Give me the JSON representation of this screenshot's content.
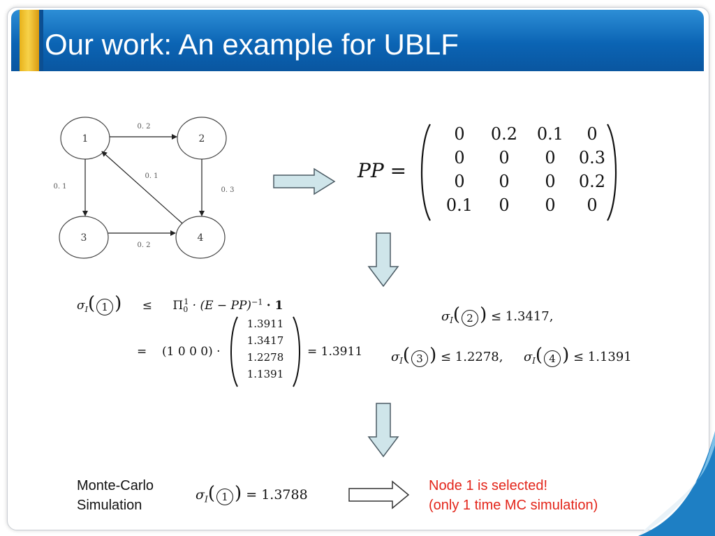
{
  "title": "Our work: An example for UBLF",
  "graph": {
    "nodes": [
      "1",
      "2",
      "3",
      "4"
    ],
    "edges": [
      {
        "from": "1",
        "to": "2",
        "label": "0. 2"
      },
      {
        "from": "1",
        "to": "3",
        "label": "0. 1"
      },
      {
        "from": "2",
        "to": "4",
        "label": "0. 3"
      },
      {
        "from": "4",
        "to": "1",
        "label": "0. 1"
      },
      {
        "from": "3",
        "to": "4",
        "label": "0. 2"
      }
    ]
  },
  "matrix": {
    "lhs": "PP =",
    "rows": [
      [
        "0",
        "0.2",
        "0.1",
        "0"
      ],
      [
        "0",
        "0",
        "0",
        "0.3"
      ],
      [
        "0",
        "0",
        "0",
        "0.2"
      ],
      [
        "0.1",
        "0",
        "0",
        "0"
      ]
    ]
  },
  "derivation": {
    "sigma": "σ",
    "sub_i": "I",
    "node1": "1",
    "leq": "≤",
    "eq": "=",
    "pi": "Π",
    "pi_sub": "0",
    "pi_sup": "1",
    "expr_rest": "· (E − PP)",
    "inv": "−1",
    "dot_one": "· 1",
    "row_vector": "(1  0  0  0) ·",
    "column": [
      "1.3911",
      "1.3417",
      "1.2278",
      "1.1391"
    ],
    "result": "= 1.3911"
  },
  "bounds": [
    {
      "node": "2",
      "value": "≤ 1.3417,"
    },
    {
      "node": "3",
      "value": "≤ 1.2278,"
    },
    {
      "node": "4",
      "value": "≤ 1.1391"
    }
  ],
  "monte_carlo": {
    "label_line1": "Monte-Carlo",
    "label_line2": "Simulation",
    "node": "1",
    "value": "= 1.3788"
  },
  "conclusion": {
    "line1": "Node 1 is selected!",
    "line2": "(only 1 time MC simulation)"
  },
  "colors": {
    "title_bar": "#0b64b4",
    "accent_gold": "#e8b21a",
    "arrow_fill": "#cfe5ea",
    "conclusion_text": "#e3251a"
  }
}
